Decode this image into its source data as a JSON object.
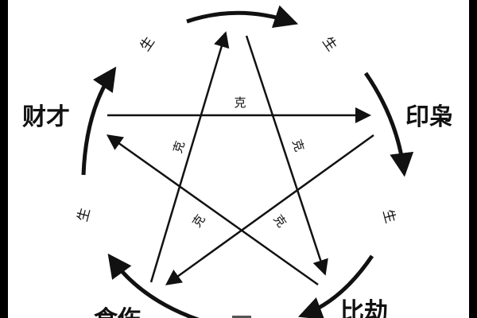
{
  "nodes": {
    "left": "财才",
    "right": "印枭",
    "bottom_left": "食伤",
    "bottom_right": "比劫"
  },
  "generate_label": "生",
  "control_label": "克",
  "colors": {
    "ink": "#111111",
    "background": "#ffffff",
    "border": "#000000"
  }
}
